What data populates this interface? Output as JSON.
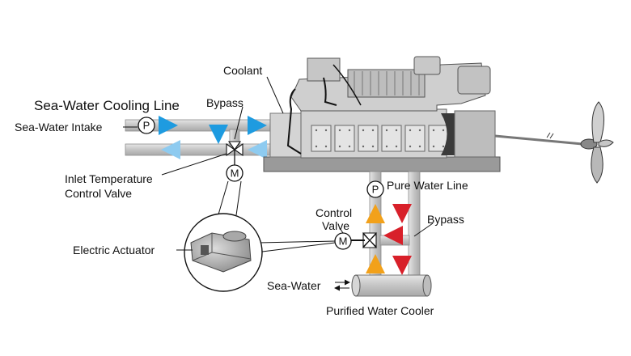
{
  "labels": {
    "title": "Sea-Water Cooling Line",
    "sea_water_intake": "Sea-Water Intake",
    "coolant": "Coolant",
    "bypass_top": "Bypass",
    "inlet_temp_valve_line1": "Inlet Temperature",
    "inlet_temp_valve_line2": "Control Valve",
    "electric_actuator": "Electric Actuator",
    "pure_water_line": "Pure Water Line",
    "control_valve_line1": "Control",
    "control_valve_line2": "Valve",
    "bypass_bottom": "Bypass",
    "sea_water": "Sea-Water",
    "purified_water_cooler": "Purified Water Cooler"
  },
  "symbols": {
    "pump": "P",
    "motor": "M"
  },
  "colors": {
    "pipe": "#c9c9c9",
    "pipe_edge": "#8c8c8c",
    "engine_body": "#d2d2d2",
    "engine_dark": "#a6a6a6",
    "base": "#9a9a9a",
    "sea_water_arrow": "#1e9be0",
    "return_arrow_light": "#8ecbf0",
    "hot_arrow": "#d8202a",
    "cold_arrow": "#f2a11a"
  },
  "icons": [
    "pump-icon",
    "motor-icon",
    "three-way-valve-icon",
    "propeller-icon",
    "electric-actuator-image",
    "heat-exchanger-icon"
  ]
}
